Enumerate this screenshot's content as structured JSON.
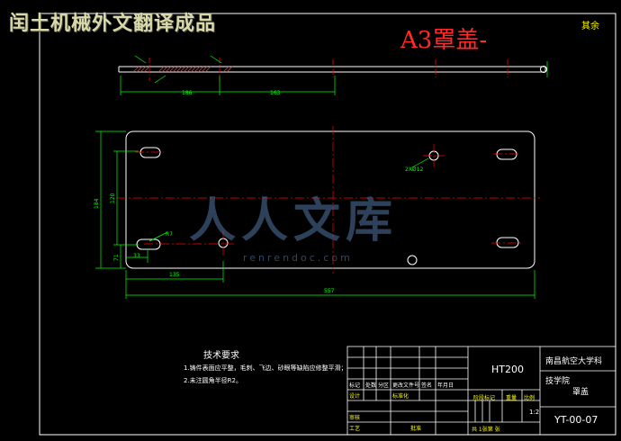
{
  "banner": {
    "text": "闰土机械外文翻译成品"
  },
  "part_title": "A3罩盖-",
  "qty_label": "其余",
  "drawing": {
    "line_color": "#ffffff",
    "centerline_color": "#ff0000",
    "dimension_color": "#00ff00",
    "frame_color": "#ffffff",
    "side_view_dims": {
      "left": "186",
      "right": "163"
    },
    "front_view_dims": {
      "overall_width": "557",
      "bottom_left": "135",
      "height_outer": "184",
      "height_inner": "120",
      "small_a": "71",
      "small_b": "33",
      "radius_note": "R7",
      "hole_note": "2XØ12"
    }
  },
  "tech_requirements": {
    "title": "技术要求",
    "lines": [
      "1.铸件表面应平整，毛刺、飞边、砂眼等缺陷应修整平滑；",
      "2.未注圆角半径R2。"
    ]
  },
  "title_block": {
    "material": "HT200",
    "school": "南昌航空大学科",
    "college": "技学院",
    "part_name": "罩盖",
    "drawing_no": "YT-00-07",
    "scale": "1:2",
    "headers": [
      "标记",
      "处数",
      "分区",
      "更改文件号",
      "签名",
      "年月日"
    ],
    "row_labels": [
      "设计",
      "标准化"
    ],
    "review_labels": [
      "审核",
      "工艺"
    ],
    "approve_label": "批准",
    "stage_label": "阶段标记",
    "weight_label": "重量",
    "ratio_label": "比例",
    "sheet_text": "共  1张第  张"
  },
  "watermark": {
    "text": "人人文库",
    "url": "renrendoc.com"
  }
}
